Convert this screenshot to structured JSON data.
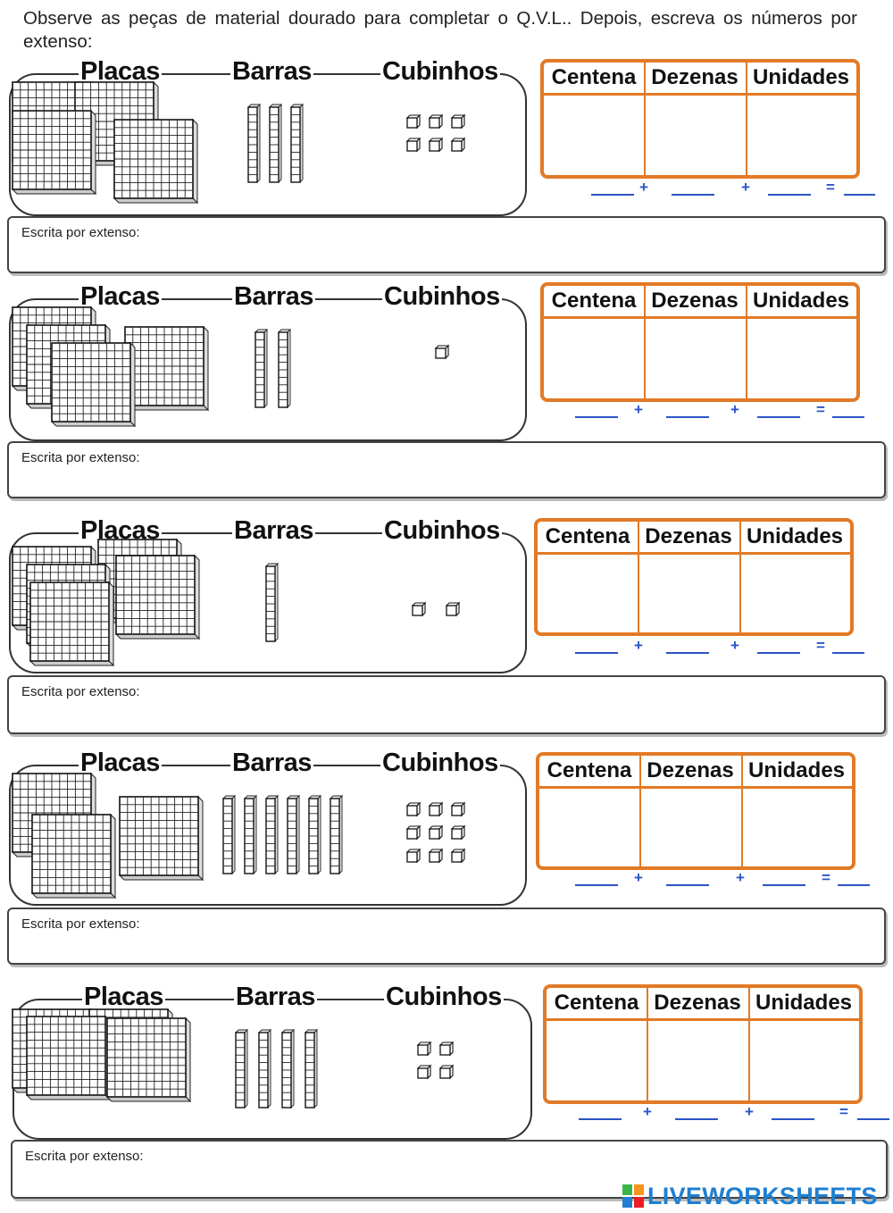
{
  "instructions": "Observe as peças de material dourado para completar o Q.V.L.. Depois, escreva os números por extenso:",
  "labels": {
    "placas": "Placas",
    "barras": "Barras",
    "cubinhos": "Cubinhos",
    "centena": "Centena",
    "dezenas": "Dezenas",
    "unidades": "Unidades",
    "plus": "+",
    "equals": "=",
    "escrita": "Escrita por extenso:"
  },
  "exercises": [
    {
      "placas": 4,
      "barras": 3,
      "cubinhos": 6
    },
    {
      "placas": 4,
      "barras": 2,
      "cubinhos": 1
    },
    {
      "placas": 5,
      "barras": 1,
      "cubinhos": 2
    },
    {
      "placas": 3,
      "barras": 6,
      "cubinhos": 9
    },
    {
      "placas": 4,
      "barras": 4,
      "cubinhos": 4
    }
  ],
  "colors": {
    "qvl_border": "#e27a26",
    "blank_line": "#2b55c8",
    "logo_blue": "#1f7fd0"
  },
  "footer": {
    "brand": "LIVEWORKSHEETS",
    "logo_icon": "liveworksheets-logo-icon"
  }
}
